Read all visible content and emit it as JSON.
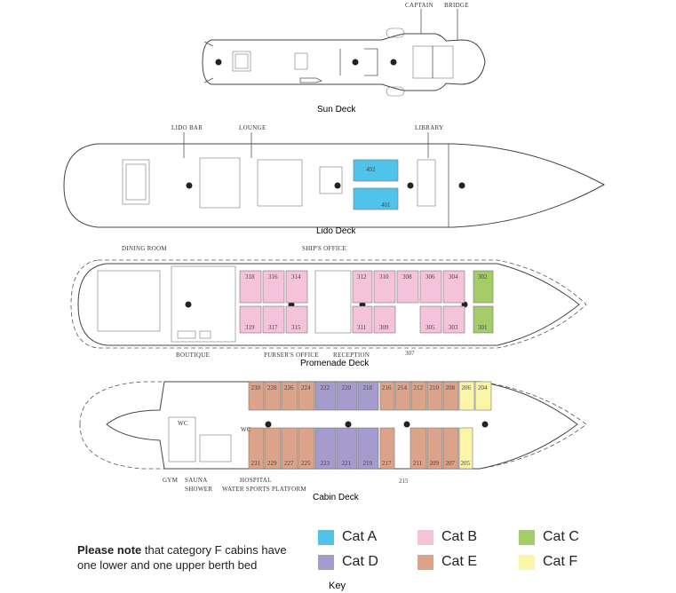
{
  "labels": {
    "captain": "CAPTAIN",
    "bridge": "BRIDGE",
    "lido_bar": "LIDO BAR",
    "lounge": "LOUNGE",
    "library": "LIBRARY",
    "dining_room": "DINING ROOM",
    "ships_office": "SHIP'S OFFICE",
    "boutique": "BOUTIQUE",
    "pursers_office": "PURSER'S OFFICE",
    "reception": "RECEPTION",
    "gym": "GYM",
    "sauna": "SAUNA",
    "shower": "SHOWER",
    "hospital": "HOSPITAL",
    "water_sports": "WATER SPORTS PLATFORM",
    "wc": "WC"
  },
  "decks": {
    "sun": "Sun Deck",
    "lido": "Lido Deck",
    "promenade": "Promenade Deck",
    "cabin": "Cabin Deck"
  },
  "colors": {
    "cat_a": "#4fc3ea",
    "cat_b": "#f5c3d9",
    "cat_c": "#a4cc68",
    "cat_d": "#a59bcc",
    "cat_e": "#dca38b",
    "cat_f": "#fbf5a8"
  },
  "cabins": {
    "lido": [
      {
        "no": "402",
        "cat": "cat_a"
      },
      {
        "no": "401",
        "cat": "cat_a"
      }
    ],
    "promenade_top": [
      {
        "no": "318",
        "cat": "cat_b"
      },
      {
        "no": "316",
        "cat": "cat_b"
      },
      {
        "no": "314",
        "cat": "cat_b"
      },
      {
        "no": "312",
        "cat": "cat_b"
      },
      {
        "no": "310",
        "cat": "cat_b"
      },
      {
        "no": "308",
        "cat": "cat_b"
      },
      {
        "no": "306",
        "cat": "cat_b"
      },
      {
        "no": "304",
        "cat": "cat_b"
      },
      {
        "no": "302",
        "cat": "cat_c"
      }
    ],
    "promenade_bottom": [
      {
        "no": "319",
        "cat": "cat_b"
      },
      {
        "no": "317",
        "cat": "cat_b"
      },
      {
        "no": "315",
        "cat": "cat_b"
      },
      {
        "no": "311",
        "cat": "cat_b"
      },
      {
        "no": "309",
        "cat": "cat_b"
      },
      {
        "no": "305",
        "cat": "cat_b"
      },
      {
        "no": "303",
        "cat": "cat_b"
      },
      {
        "no": "301",
        "cat": "cat_c"
      }
    ],
    "promenade_extra": "307",
    "cabin_top": [
      {
        "no": "230",
        "cat": "cat_e"
      },
      {
        "no": "228",
        "cat": "cat_e"
      },
      {
        "no": "226",
        "cat": "cat_e"
      },
      {
        "no": "224",
        "cat": "cat_e"
      },
      {
        "no": "222",
        "cat": "cat_d"
      },
      {
        "no": "220",
        "cat": "cat_d"
      },
      {
        "no": "218",
        "cat": "cat_d"
      },
      {
        "no": "216",
        "cat": "cat_e"
      },
      {
        "no": "214",
        "cat": "cat_e"
      },
      {
        "no": "212",
        "cat": "cat_e"
      },
      {
        "no": "210",
        "cat": "cat_e"
      },
      {
        "no": "208",
        "cat": "cat_e"
      },
      {
        "no": "206",
        "cat": "cat_f"
      },
      {
        "no": "204",
        "cat": "cat_f"
      }
    ],
    "cabin_bottom": [
      {
        "no": "231",
        "cat": "cat_e"
      },
      {
        "no": "229",
        "cat": "cat_e"
      },
      {
        "no": "227",
        "cat": "cat_e"
      },
      {
        "no": "225",
        "cat": "cat_e"
      },
      {
        "no": "223",
        "cat": "cat_d"
      },
      {
        "no": "221",
        "cat": "cat_d"
      },
      {
        "no": "219",
        "cat": "cat_d"
      },
      {
        "no": "217",
        "cat": "cat_e"
      },
      {
        "no": "211",
        "cat": "cat_e"
      },
      {
        "no": "209",
        "cat": "cat_e"
      },
      {
        "no": "207",
        "cat": "cat_e"
      },
      {
        "no": "205",
        "cat": "cat_f"
      }
    ],
    "cabin_extra": "215"
  },
  "note": {
    "bold": "Please note",
    "rest": " that category F cabins have one lower and one upper berth bed"
  },
  "legend": {
    "title": "Key",
    "items": [
      {
        "label": "Cat A",
        "cat": "cat_a"
      },
      {
        "label": "Cat B",
        "cat": "cat_b"
      },
      {
        "label": "Cat C",
        "cat": "cat_c"
      },
      {
        "label": "Cat D",
        "cat": "cat_d"
      },
      {
        "label": "Cat E",
        "cat": "cat_e"
      },
      {
        "label": "Cat F",
        "cat": "cat_f"
      }
    ]
  }
}
